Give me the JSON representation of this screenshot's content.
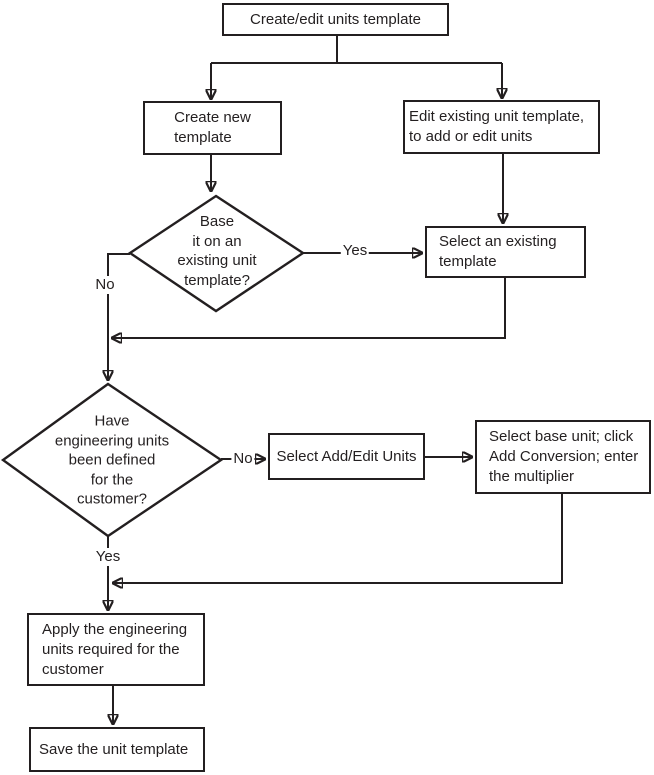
{
  "flowchart": {
    "background_color": "#ffffff",
    "line_color": "#231f20",
    "nodes": {
      "start": {
        "type": "process",
        "label": "Create/edit units template"
      },
      "create_new": {
        "type": "process",
        "label": "Create new\ntemplate"
      },
      "edit_existing": {
        "type": "process",
        "label": "Edit existing unit template,\nto add or edit units"
      },
      "base_decision": {
        "type": "decision",
        "label": "Base\nit on an\nexisting unit\ntemplate?"
      },
      "select_existing": {
        "type": "process",
        "label": "Select an existing\ntemplate"
      },
      "units_decision": {
        "type": "decision",
        "label": "Have\nengineering units\nbeen defined\nfor the\ncustomer?"
      },
      "select_add_edit": {
        "type": "process",
        "label": "Select Add/Edit Units"
      },
      "select_base_unit": {
        "type": "process",
        "label": "Select base unit; click\nAdd Conversion; enter\nthe multiplier"
      },
      "apply_units": {
        "type": "process",
        "label": "Apply the engineering\nunits required for the\ncustomer"
      },
      "save_template": {
        "type": "process",
        "label": "Save the unit template"
      }
    },
    "edge_labels": {
      "base_yes": "Yes",
      "base_no": "No",
      "units_no": "No",
      "units_yes": "Yes"
    }
  }
}
